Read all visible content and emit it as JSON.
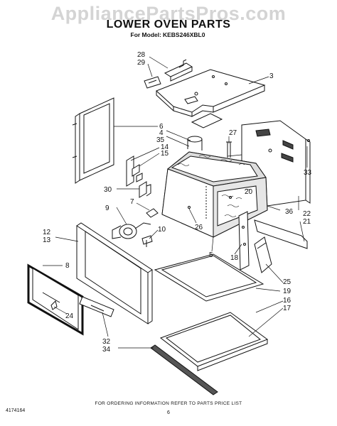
{
  "watermark": "AppliancePartsPros.com",
  "header": {
    "title": "LOWER OVEN PARTS",
    "model_label": "For Model:",
    "model_value": "KEBS246XBL0"
  },
  "footer": {
    "doc_number": "4174164",
    "ordering_note": "FOR ORDERING INFORMATION REFER TO PARTS PRICE LIST",
    "page_number": "6"
  },
  "callouts": {
    "n28": "28",
    "n29": "29",
    "n3": "3",
    "n6": "6",
    "n4": "4",
    "n35": "35",
    "n14": "14",
    "n15": "15",
    "n27": "27",
    "n33": "33",
    "n30": "30",
    "n7": "7",
    "n9": "9",
    "n10": "10",
    "n20": "20",
    "n26": "26",
    "n36": "36",
    "n22": "22",
    "n21": "21",
    "n12": "12",
    "n13": "13",
    "n18": "18",
    "n5": "5",
    "n25": "25",
    "n19": "19",
    "n16": "16",
    "n17": "17",
    "n24": "24",
    "n32": "32",
    "n34": "34",
    "n8": "8"
  }
}
